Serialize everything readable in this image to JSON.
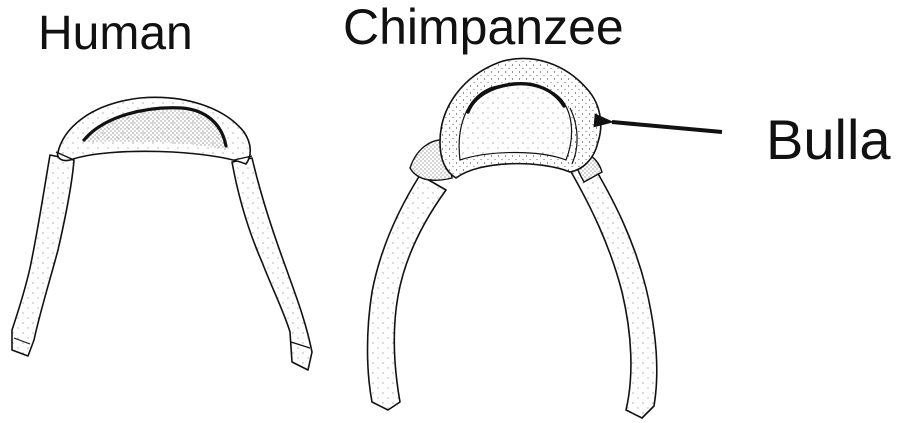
{
  "labels": {
    "human": "Human",
    "chimpanzee": "Chimpanzee",
    "bulla": "Bulla"
  },
  "colors": {
    "ink": "#111111",
    "fill": "#ffffff",
    "stipple": "#3a3a3a"
  }
}
